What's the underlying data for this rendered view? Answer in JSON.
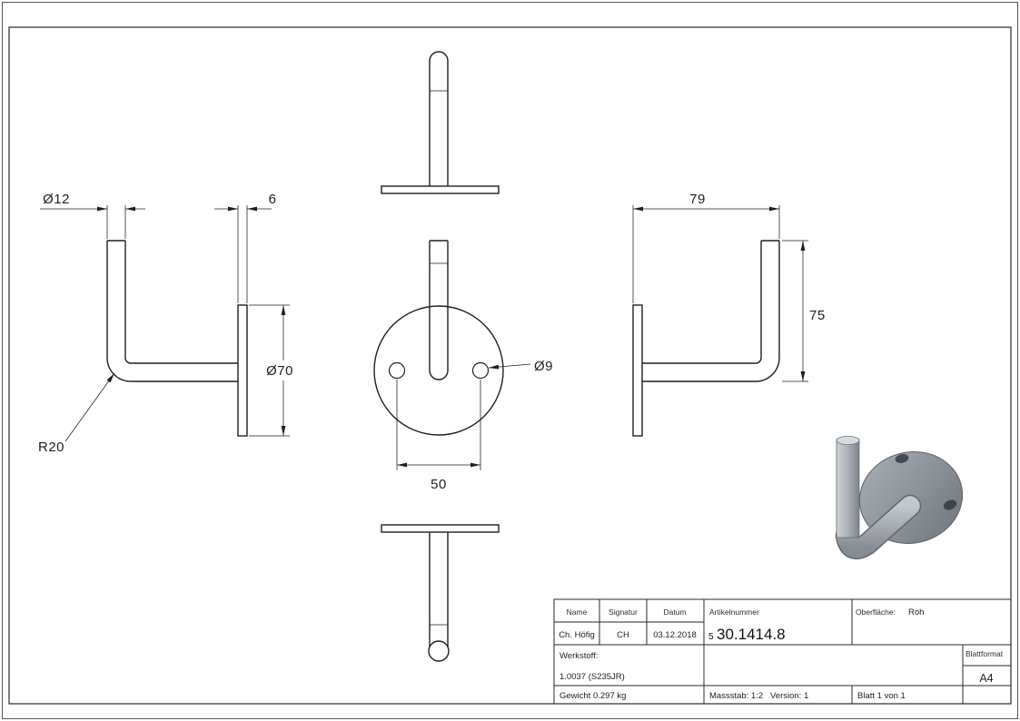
{
  "dimensions": {
    "tube_diameter": "Ø12",
    "plate_thickness": "6",
    "plate_diameter": "Ø70",
    "bend_radius": "R20",
    "hole_diameter": "Ø9",
    "hole_spacing": "50",
    "overall_depth": "79",
    "overall_height": "75"
  },
  "title_block": {
    "name_label": "Name",
    "signatur_label": "Signatur",
    "datum_label": "Datum",
    "name_value": "Ch. Höfig",
    "signatur_value": "CH",
    "datum_value": "03.12.2018",
    "artikelnummer_label": "Artikelnummer",
    "artikelnummer_prefix": "5",
    "artikelnummer_value": "30.1414.8",
    "oberflaeche_label": "Oberfläche:",
    "oberflaeche_value": "Roh",
    "werkstoff_label": "Werkstoff:",
    "werkstoff_value": "1.0037 (S235JR)",
    "gewicht": "Gewicht 0.297 kg",
    "massstab": "Massstab: 1:2",
    "version": "Version: 1",
    "blatt": "Blatt 1 von 1",
    "blattformat_label": "Blattformat",
    "blattformat_value": "A4"
  },
  "colors": {
    "line": "#1f1f1f",
    "metal_light": "#d7dbdf",
    "metal_dark": "#6f757c"
  }
}
